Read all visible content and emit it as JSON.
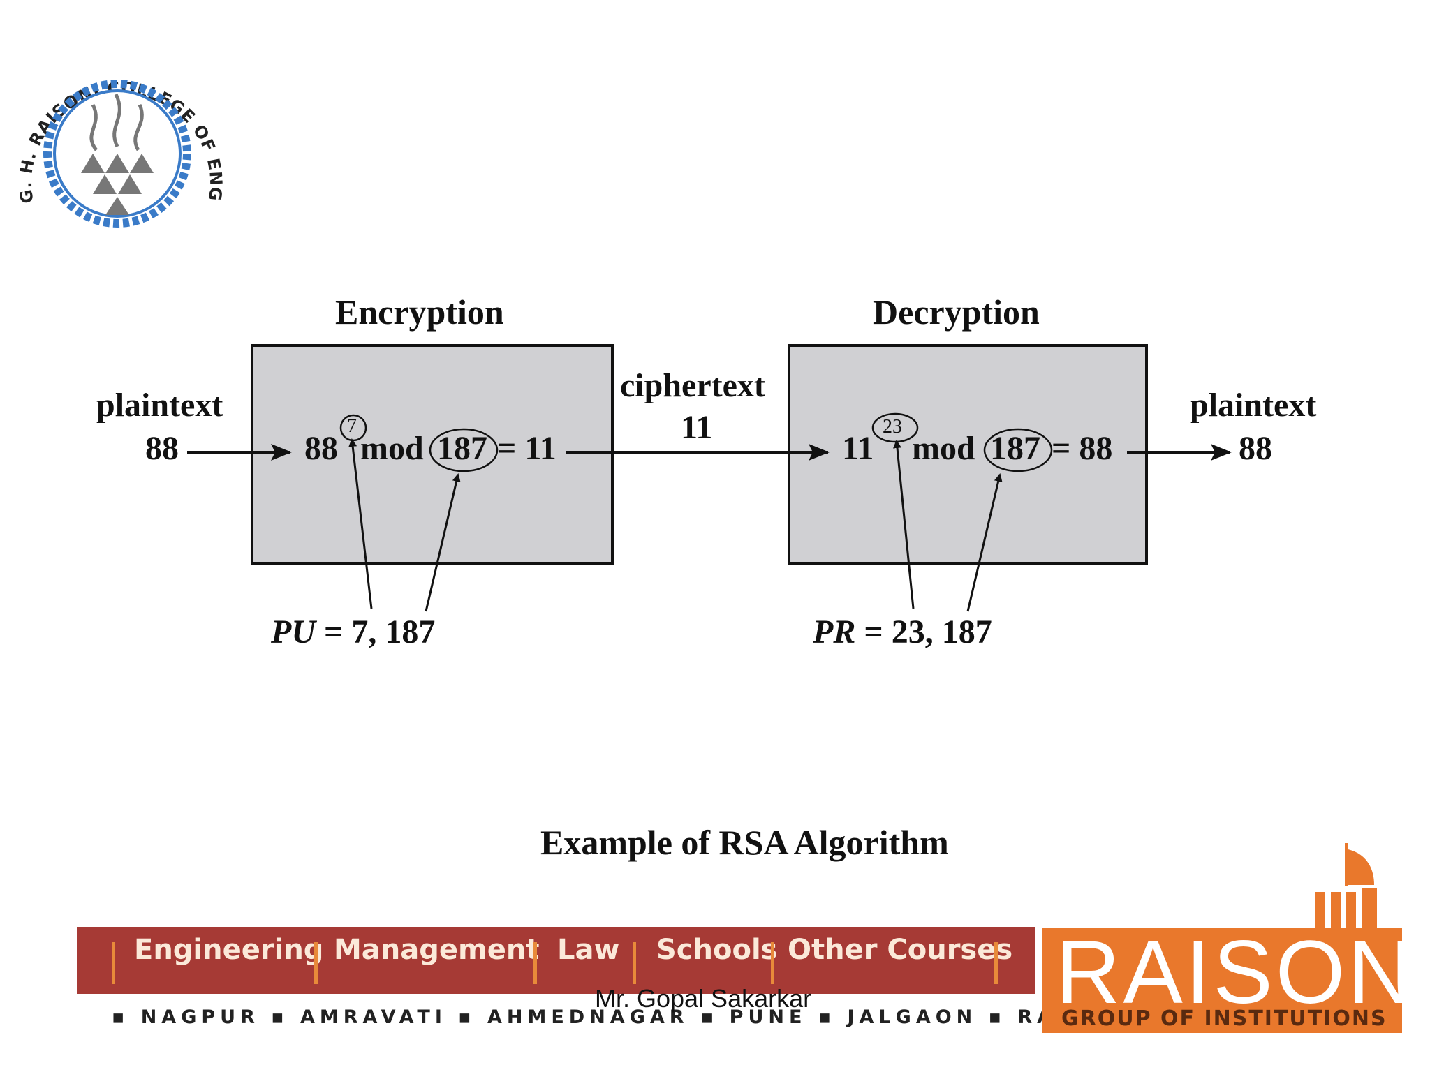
{
  "logo": {
    "ring_text": "G. H. RAISONI COLLEGE OF ENGINEERING",
    "ring_color": "#3a7bc8"
  },
  "diagram": {
    "encryption_title": "Encryption",
    "decryption_title": "Decryption",
    "plaintext_in_label": "plaintext",
    "plaintext_in_value": "88",
    "enc_base": "88",
    "enc_exponent": "7",
    "enc_mod": "mod",
    "enc_modulus": "187",
    "enc_result": "= 11",
    "ciphertext_label": "ciphertext",
    "ciphertext_value": "11",
    "dec_base": "11",
    "dec_exponent": "23",
    "dec_mod": "mod",
    "dec_modulus": "187",
    "dec_result": "= 88",
    "plaintext_out_label": "plaintext",
    "plaintext_out_value": "88",
    "public_key_name": "PU",
    "public_key_value": "= 7, 187",
    "private_key_name": "PR",
    "private_key_value": "= 23, 187",
    "caption": "Example of RSA Algorithm",
    "box_fill": "#d0d0d3"
  },
  "footer": {
    "menu": [
      "Engineering",
      "Management",
      "Law",
      "Schools",
      "Other Courses"
    ],
    "cities": "▪ NAGPUR ▪ AMRAVATI ▪ AHMEDNAGAR ▪ PUNE ▪ JALGAON ▪ RAIPUR ▪",
    "author": "Mr. Gopal Sakarkar",
    "brand": "RAISONI",
    "brand_sub": "GROUP OF INSTITUTIONS",
    "band_color": "#a63a35",
    "brand_color": "#e9782c"
  }
}
